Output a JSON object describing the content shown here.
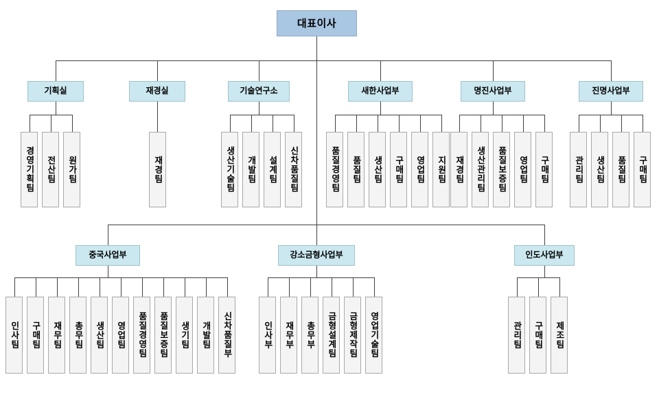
{
  "chart": {
    "title": "대표이사",
    "type": "organization-chart",
    "colors": {
      "root_fill": "#a9c6e2",
      "division_fill": "#cbe7ef",
      "leaf_fill": "#f4f4f4",
      "line": "#404040",
      "border": "#9a9a9a",
      "background": "#ffffff"
    },
    "root": {
      "label": "대표이사"
    },
    "row1": [
      {
        "label": "기획실",
        "children": [
          {
            "label": "경영기획팀"
          },
          {
            "label": "전산팀"
          },
          {
            "label": "원가팀"
          }
        ]
      },
      {
        "label": "재경실",
        "children": [
          {
            "label": "재경팀"
          }
        ]
      },
      {
        "label": "기술연구소",
        "children": [
          {
            "label": "생산기술팀"
          },
          {
            "label": "개발팀"
          },
          {
            "label": "설계팀"
          },
          {
            "label": "신차품질팀"
          }
        ]
      },
      {
        "label": "새한사업부",
        "children": [
          {
            "label": "품질경영팀"
          },
          {
            "label": "품질팀"
          },
          {
            "label": "생산팀"
          },
          {
            "label": "구매팀"
          },
          {
            "label": "영업팀"
          },
          {
            "label": "지원팀"
          }
        ]
      },
      {
        "label": "명진사업부",
        "children": [
          {
            "label": "재경팀"
          },
          {
            "label": "생산관리팀"
          },
          {
            "label": "품질보증팀"
          },
          {
            "label": "영업팀"
          },
          {
            "label": "구매팀"
          }
        ]
      },
      {
        "label": "진명사업부",
        "children": [
          {
            "label": "관리팀"
          },
          {
            "label": "생산팀"
          },
          {
            "label": "품질팀"
          },
          {
            "label": "구매팀"
          }
        ]
      }
    ],
    "row2": [
      {
        "label": "중국사업부",
        "children": [
          {
            "label": "인사팀"
          },
          {
            "label": "구매팀"
          },
          {
            "label": "재무팀"
          },
          {
            "label": "총무팀"
          },
          {
            "label": "생산팀"
          },
          {
            "label": "영업팀"
          },
          {
            "label": "품질경영팀"
          },
          {
            "label": "품질보증팀"
          },
          {
            "label": "생기팀"
          },
          {
            "label": "개발팀"
          },
          {
            "label": "신차품질부"
          }
        ]
      },
      {
        "label": "강소금형사업부",
        "children": [
          {
            "label": "인사부"
          },
          {
            "label": "재무부"
          },
          {
            "label": "총무부"
          },
          {
            "label": "금형설계팀"
          },
          {
            "label": "금형제작팀"
          },
          {
            "label": "영업기술팀"
          }
        ]
      },
      {
        "label": "인도사업부",
        "children": [
          {
            "label": "관리팀"
          },
          {
            "label": "구매팀"
          },
          {
            "label": "제조팀"
          }
        ]
      }
    ]
  }
}
